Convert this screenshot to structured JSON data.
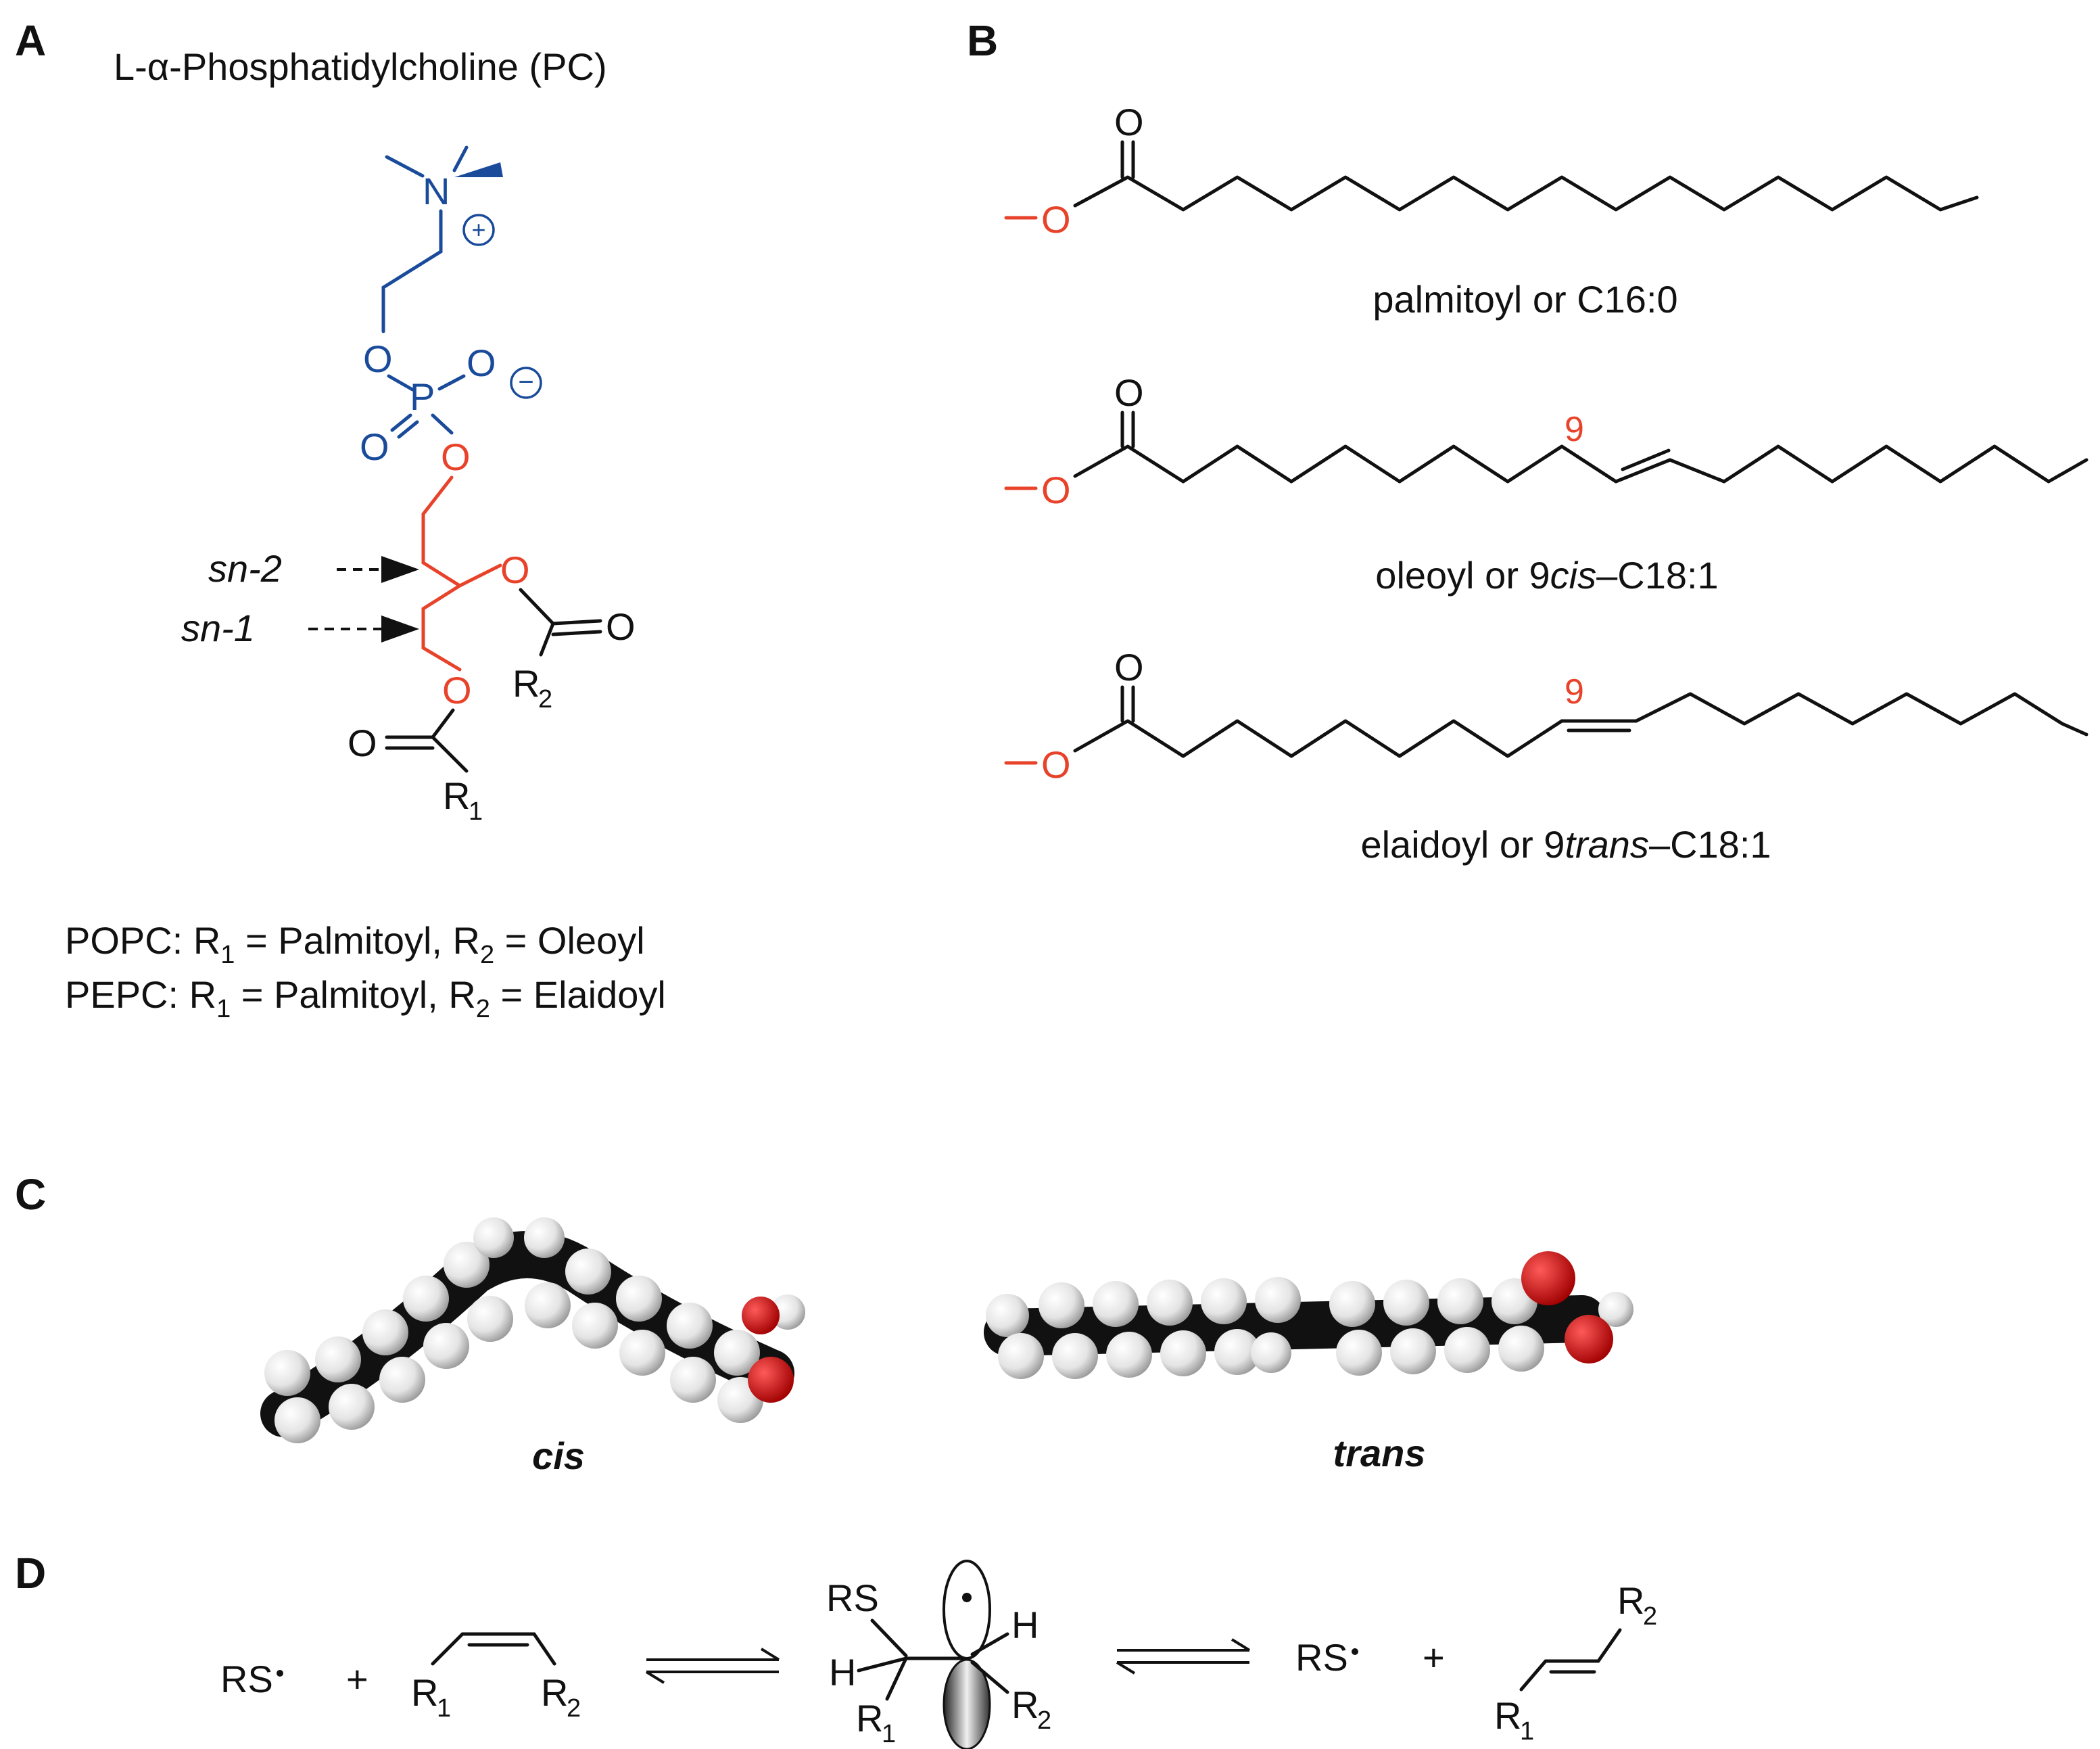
{
  "panels": {
    "a": "A",
    "b": "B",
    "c": "C",
    "d": "D"
  },
  "panel_a": {
    "title": "L-α-Phosphatidylcholine (PC)",
    "atom_n": "N",
    "atom_p": "P",
    "atom_o": "O",
    "charge_plus": "+",
    "charge_minus": "−",
    "r1": "R",
    "r1_sub": "1",
    "r2": "R",
    "r2_sub": "2",
    "sn2": "sn-2",
    "sn1": "sn-1",
    "popc": {
      "name": "POPC: R",
      "sub1": "1",
      "mid": " = Palmitoyl, R",
      "sub2": "2",
      "end": " = Oleoyl"
    },
    "pepc": {
      "name": "PEPC: R",
      "sub1": "1",
      "mid": " = Palmitoyl, R",
      "sub2": "2",
      "end": " = Elaidoyl"
    }
  },
  "panel_b": {
    "atom_o": "O",
    "chains": [
      {
        "label": "palmitoyl or C16:0"
      },
      {
        "label_pre": "oleoyl or 9",
        "label_it": "cis",
        "label_post": "–C18:1",
        "pos": "9"
      },
      {
        "label_pre": "elaidoyl or 9",
        "label_it": "trans",
        "label_post": "–C18:1",
        "pos": "9"
      }
    ]
  },
  "panel_c": {
    "cis": "cis",
    "trans": "trans"
  },
  "panel_d": {
    "rs": "RS",
    "plus": "+",
    "h": "H",
    "r": "R",
    "sub1": "1",
    "sub2": "2"
  },
  "colors": {
    "blue": "#1a4b9a",
    "red": "#e8432a",
    "black": "#111111",
    "oxygen_sphere": "#d41a1a"
  }
}
